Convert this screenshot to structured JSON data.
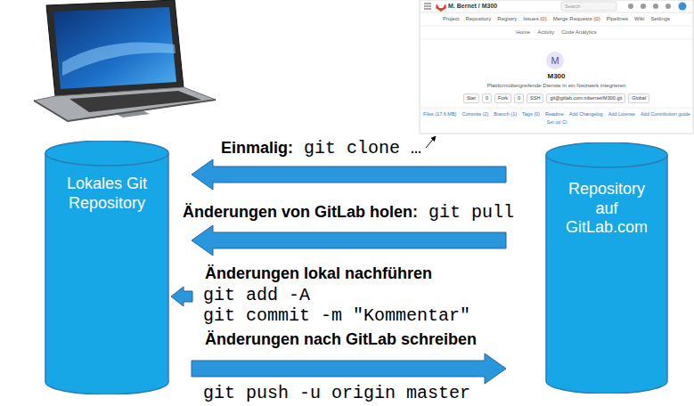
{
  "diagram": {
    "nodes": [
      {
        "text": [
          "Lokales Git Repository"
        ]
      },
      {
        "text": [
          "Repository auf GitLab.com"
        ]
      }
    ],
    "edges": [
      {
        "from": 1,
        "to": 0,
        "arrow": "to",
        "label": "Einmalig: git clone …"
      },
      {
        "from": 1,
        "to": 0,
        "arrow": "to",
        "label": "Änderungen von GitLab holen: git pull"
      },
      {
        "from": 0,
        "to": 1,
        "arrow": "to",
        "label": "Änderungen nach GitLab schreiben"
      }
    ],
    "labels": [
      "M. Bernet / M300",
      "Search",
      "Project",
      "Repository",
      "Registry",
      "Issues (0)",
      "Merge Requests (0)",
      "Pipelines",
      "Wiki",
      "Settings",
      "Home",
      "Activity",
      "Code Analytics",
      "M",
      "M300",
      "Plattformübergreifende Dienste in ein Netzwerk integrieren",
      "Star",
      "0",
      "Fork",
      "0",
      "SSH",
      "git@gitlab.com:mbernet/M300.git",
      "Global",
      "Files (17.6 MB)",
      "Commits (2)",
      "Branch (1)",
      "Tags (0)",
      "Readme",
      "Add Changelog",
      "Add License",
      "Add Contribution guide",
      "Set up CI",
      "Änderungen lokal nachführen",
      "git add -A",
      "git commit -m \"Kommentar\"",
      "git push -u origin master"
    ]
  }
}
